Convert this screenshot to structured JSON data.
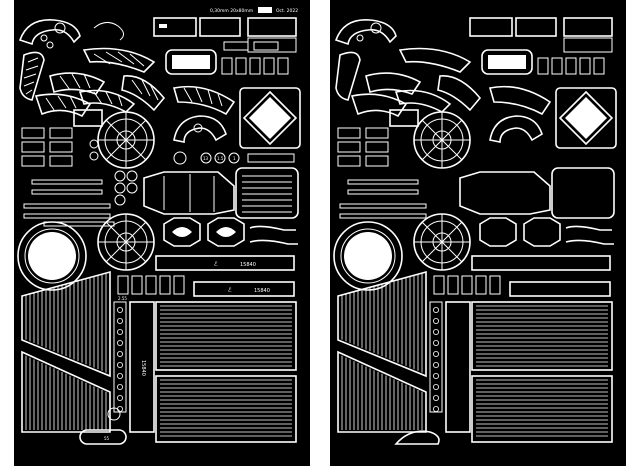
{
  "sheets": [
    {
      "id": "left",
      "spec_text": "0,30mm 20x80mm",
      "spec_text_tail": "Oct. 2022",
      "part_number_a": "15840",
      "part_number_b": "15840",
      "part_number_vertical": "15840",
      "small_label_a": "2.55",
      "small_label_b": "55",
      "numbers_row": [
        "13",
        "1.5",
        "1"
      ],
      "style": "etched-with-text"
    },
    {
      "id": "right",
      "style": "etched-plain"
    }
  ],
  "colors": {
    "background": "#000000",
    "etch": "#ffffff",
    "page": "#ffffff"
  }
}
